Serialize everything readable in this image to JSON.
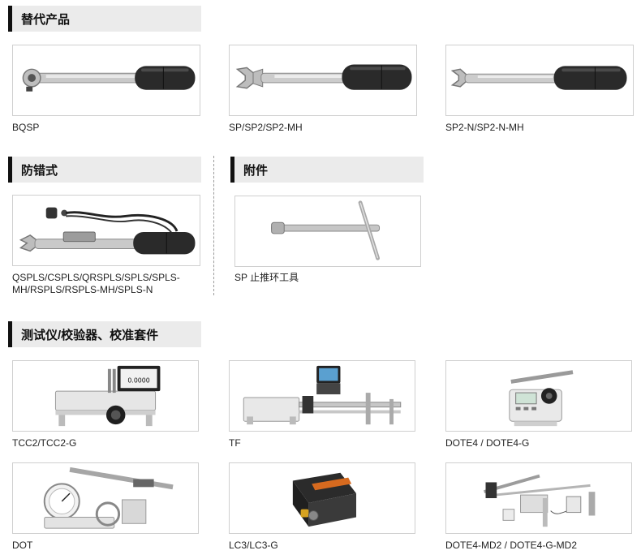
{
  "sections": {
    "alt": {
      "title": "替代产品"
    },
    "errorproof": {
      "title": "防错式"
    },
    "accessory": {
      "title": "附件"
    },
    "testers": {
      "title": "测试仪/校验器、校准套件"
    }
  },
  "products": {
    "bqsp": {
      "name": "BQSP",
      "icon": "ratchet-torque-wrench"
    },
    "sp": {
      "name": "SP/SP2/SP2-MH",
      "icon": "open-end-torque-wrench"
    },
    "sp2n": {
      "name": "SP2-N/SP2-N-MH",
      "icon": "open-end-torque-wrench-small"
    },
    "qspls": {
      "name_line1": "QSPLS/CSPLS/QRSPLS/SPLS/SPLS-",
      "name_line2": "MH/RSPLS/RSPLS-MH/SPLS-N",
      "icon": "wired-torque-wrench"
    },
    "sptool": {
      "name": "SP 止推环工具",
      "icon": "t-handle-tool"
    },
    "tcc2": {
      "name": "TCC2/TCC2-G",
      "icon": "torque-calibrator",
      "display_value": "0.0000"
    },
    "tf": {
      "name": "TF",
      "icon": "torque-tester-bench"
    },
    "dote4": {
      "name": "DOTE4 / DOTE4-G",
      "icon": "digital-torque-tester"
    },
    "dot": {
      "name": "DOT",
      "icon": "dial-torque-tester"
    },
    "lc3": {
      "name": "LC3/LC3-G",
      "icon": "load-cell-tester"
    },
    "dote4md2": {
      "name": "DOTE4-MD2 / DOTE4-G-MD2",
      "icon": "digital-torque-tester-md2"
    }
  },
  "colors": {
    "section_bg": "#ebebeb",
    "section_bar": "#111111",
    "card_border": "#cfcfcf"
  }
}
